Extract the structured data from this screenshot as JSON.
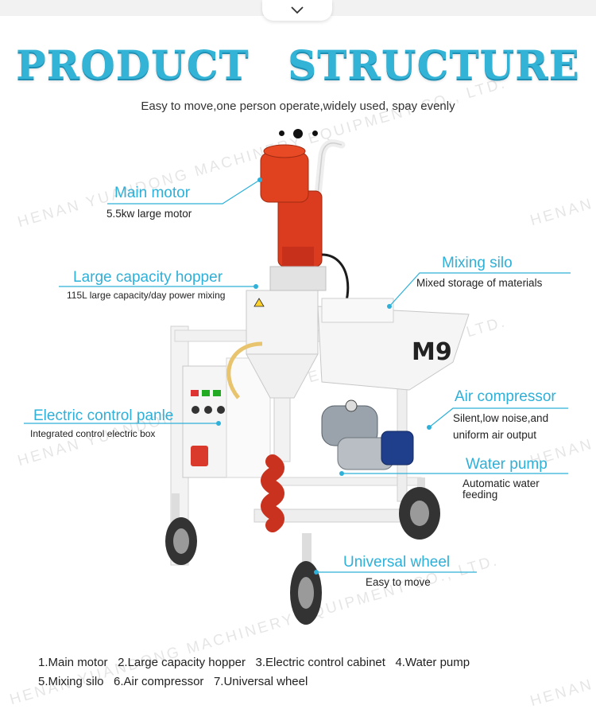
{
  "header": {
    "title_left": "PRODUCT",
    "title_right": "STRUCTURE",
    "subtitle": "Easy to move,one person operate,widely used, spay evenly",
    "collapse_icon": "chevron-down-icon"
  },
  "watermark": {
    "text_company": "HENAN YUANDONG MACHINERY EQUIPMENT CO., LTD.",
    "text_short": "HENAN Y"
  },
  "machine": {
    "model_label": "M9"
  },
  "callouts": {
    "main_motor": {
      "title": "Main motor",
      "desc": "5.5kw large motor"
    },
    "hopper": {
      "title": "Large capacity hopper",
      "desc": "115L large capacity/day power mixing"
    },
    "mixing_silo": {
      "title": "Mixing silo",
      "desc": "Mixed storage of materials"
    },
    "control_panel": {
      "title": "Electric control panle",
      "desc": "Integrated control electric box"
    },
    "air_compressor": {
      "title": "Air compressor",
      "desc_line1": "Silent,low noise,and",
      "desc_line2": "uniform air output"
    },
    "water_pump": {
      "title": "Water pump",
      "desc_line1": "Automatic water",
      "desc_line2": "feeding"
    },
    "wheel": {
      "title": "Universal wheel",
      "desc": "Easy to move"
    }
  },
  "legend": {
    "items": [
      "1.Main motor",
      "2.Large capacity hopper",
      "3.Electric control cabinet",
      "4.Water pump",
      "5.Mixing silo",
      "6.Air compressor",
      "7.Universal wheel"
    ]
  },
  "colors": {
    "accent": "#2eb0d8",
    "motor": "#d8391d",
    "frame": "#f4f4f4"
  }
}
